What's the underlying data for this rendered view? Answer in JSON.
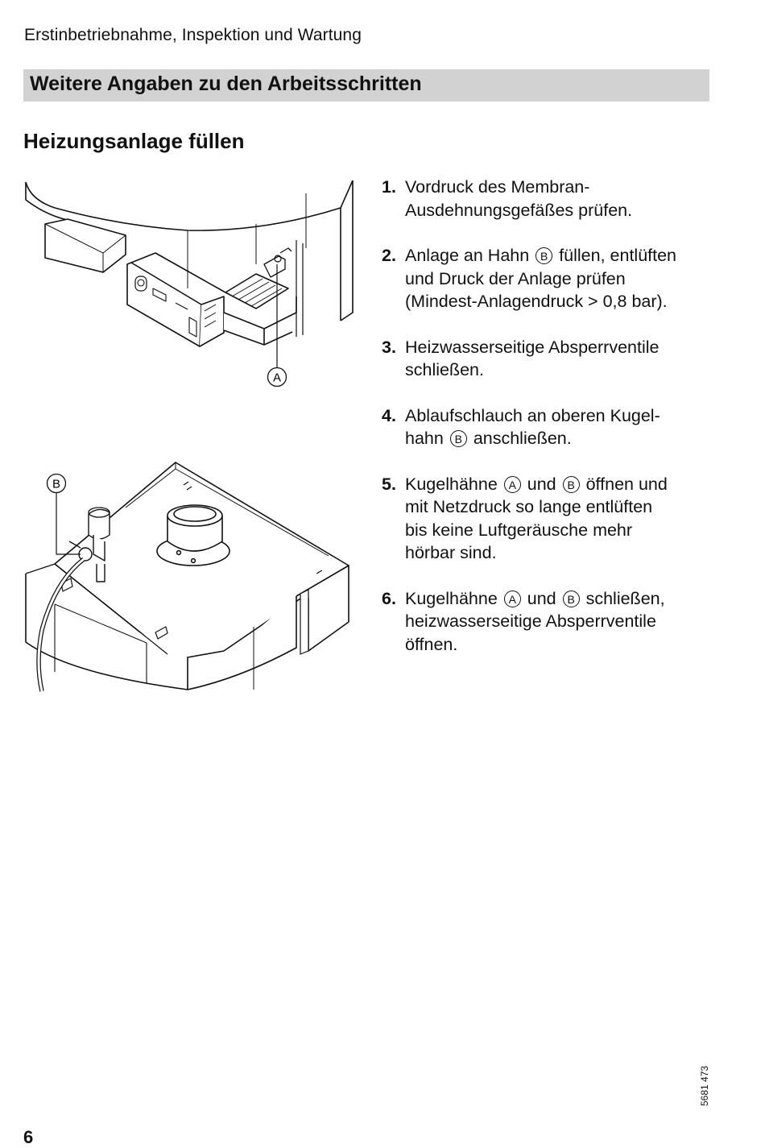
{
  "header": {
    "text": "Erstinbetriebnahme, Inspektion und Wartung"
  },
  "banner": {
    "title": "Weitere Angaben zu den Arbeitsschritten"
  },
  "section": {
    "title": "Heizungsanlage füllen"
  },
  "figures": {
    "top_label": "A",
    "bottom_label": "B"
  },
  "steps": [
    {
      "num": "1.",
      "lines": [
        "Vordruck des Membran-",
        "Ausdehnungsgefäßes prüfen."
      ]
    },
    {
      "num": "2.",
      "l1a": "Anlage an Hahn",
      "l1b": "B",
      "l1c": "füllen, entlüften",
      "l2": "und Druck der Anlage prüfen",
      "l3": "(Mindest-Anlagendruck > 0,8 bar)."
    },
    {
      "num": "3.",
      "lines": [
        "Heizwasserseitige Absperrventile",
        "schließen."
      ]
    },
    {
      "num": "4.",
      "l1": "Ablaufschlauch an oberen Kugel-",
      "l2a": "hahn",
      "l2b": "B",
      "l2c": "anschließen."
    },
    {
      "num": "5.",
      "l1a": "Kugelhähne",
      "l1b": "A",
      "l1c": "und",
      "l1d": "B",
      "l1e": "öffnen und",
      "l2": "mit Netzdruck so lange entlüften",
      "l3": "bis keine Luftgeräusche mehr",
      "l4": "hörbar sind."
    },
    {
      "num": "6.",
      "l1a": "Kugelhähne",
      "l1b": "A",
      "l1c": "und",
      "l1d": "B",
      "l1e": "schließen,",
      "l2": "heizwasserseitige Absperrventile",
      "l3": "öffnen."
    }
  ],
  "doc_number": "5681 473",
  "page_number": "6"
}
